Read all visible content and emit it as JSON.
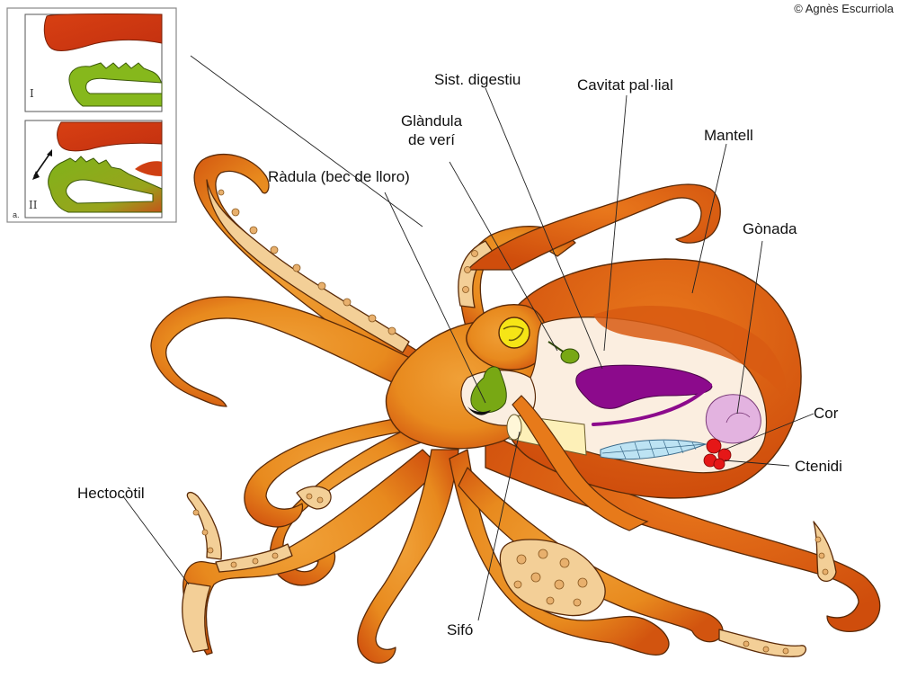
{
  "copyright": "© Agnès Escurriola",
  "inset": {
    "panel_1_label": "I",
    "panel_2_label": "II",
    "corner_letter": "a."
  },
  "labels": {
    "radula": "Ràdula (bec de lloro)",
    "gland_line1": "Glàndula",
    "gland_line2": "de verí",
    "digestive": "Sist. digestiu",
    "mantle_cavity": "Cavitat pal·lial",
    "mantle": "Mantell",
    "gonad": "Gònada",
    "heart": "Cor",
    "ctenidia": "Ctenidi",
    "hectocotyl": "Hectocòtil",
    "siphon": "Sifó"
  },
  "colors": {
    "body_orange": "#e88a1e",
    "body_dark": "#d2540f",
    "skin_outline": "#5a2a08",
    "sucker_fill": "#f3cf97",
    "inner_cavity": "#fbeee0",
    "digestive": "#8c0a8c",
    "radula_green": "#78a814",
    "eye_yellow": "#f6e516",
    "gonad_pink": "#e3b3e0",
    "heart_red": "#e51717",
    "ctenidia_blue": "#bde3f3",
    "siphon_cream": "#fdf0b8"
  }
}
